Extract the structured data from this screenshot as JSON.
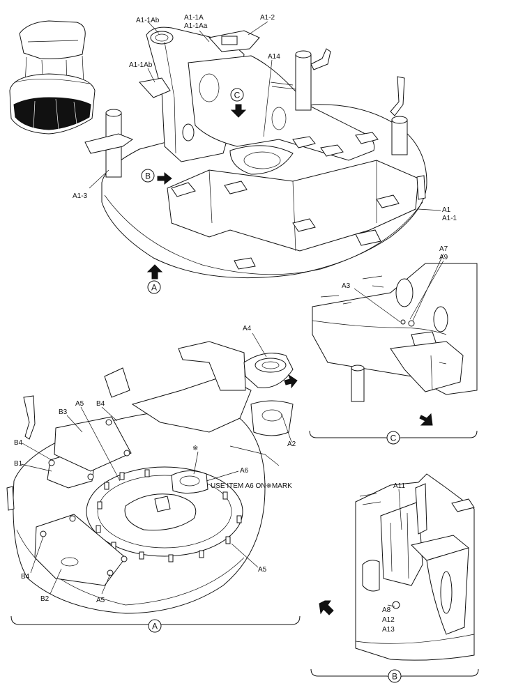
{
  "labels": {
    "a1_1ab_top": "A1-1Ab",
    "a1_1a": "A1-1A",
    "a1_1aa": "A1-1Aa",
    "a1_2": "A1-2",
    "a1_1ab_left": "A1-1Ab",
    "a14": "A14",
    "a1_3": "A1-3",
    "a1": "A1",
    "a1_1": "A1-1",
    "a7": "A7",
    "a9": "A9",
    "a3": "A3",
    "a4": "A4",
    "a2": "A2",
    "a6": "A6",
    "kome": "※",
    "use_item_note": "USE ITEM A6 ON※MARK",
    "b3": "B3",
    "b4_top": "B4",
    "a5_top": "A5",
    "b4_left": "B4",
    "b1": "B1",
    "a5_right": "A5",
    "b4_bottom": "B4",
    "b2": "B2",
    "a5_bottom": "A5",
    "a11": "A11",
    "a8": "A8",
    "a12": "A12",
    "a13": "A13"
  },
  "view_markers": {
    "a": "A",
    "b": "B",
    "c": "C"
  }
}
